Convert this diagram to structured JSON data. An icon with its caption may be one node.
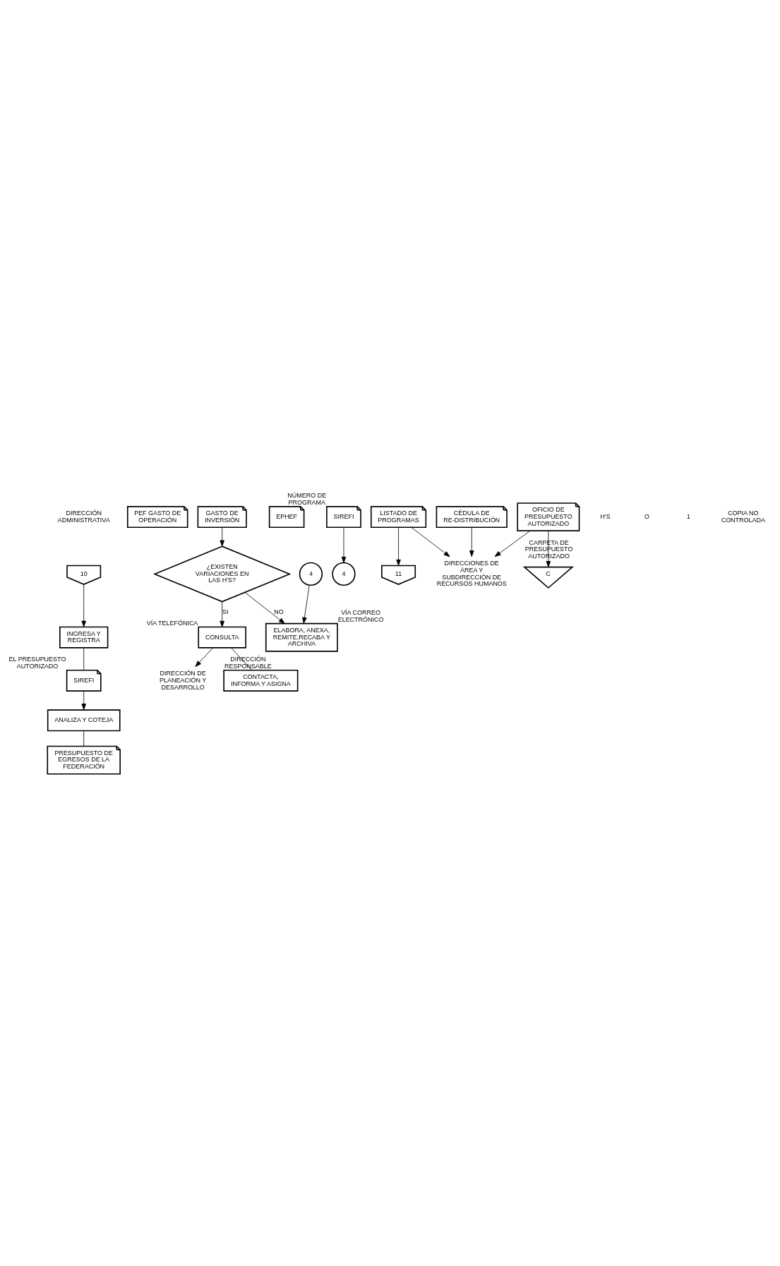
{
  "diagram": {
    "nodes": [
      {
        "text": [
          "10"
        ]
      },
      {
        "text": [
          "INGRESA Y REGISTRA"
        ]
      },
      {
        "text": [
          "SIREFI"
        ],
        "beside": [
          "EL PRESUPUESTO AUTORIZADO"
        ]
      },
      {
        "text": [
          "ANALIZA Y COTEJA"
        ]
      },
      {
        "text": [
          "PRESUPUESTO DE EGRESOS DE LA FEDERACIÓN"
        ]
      },
      {
        "text": [
          "PEF GASTO DE OPERACIÓN"
        ]
      },
      {
        "text": [
          "GASTO DE INVERSIÓN"
        ]
      },
      {
        "text": [
          "EPHEF"
        ]
      },
      {
        "text": [
          "¿EXISTEN VARIACIONES EN LAS H'S?"
        ]
      },
      {
        "text": [
          "CONSULTA"
        ],
        "beside": [
          "VÍA TELEFÓNICA"
        ]
      },
      {
        "text": [
          "DIRECCIÓN DE PLANEACIÓN Y DESARROLLO"
        ]
      },
      {
        "text": [
          "CONTACTA, INFORMA Y ASIGNA"
        ],
        "beside": [
          "DIRECCIÓN RESPONSABLE"
        ]
      },
      {
        "text": [
          "SIREFI"
        ],
        "beside": [
          "NÚMERO DE PROGRAMA"
        ]
      },
      {
        "text": [
          "4"
        ]
      },
      {
        "text": [
          "4"
        ]
      },
      {
        "text": [
          "ELABORA, ANEXA, REMITE,RECABA Y ARCHIVA"
        ],
        "beside": [
          "VÍA CORREO ELECTRÓNICO"
        ]
      },
      {
        "text": [
          "LISTADO DE PROGRAMAS"
        ]
      },
      {
        "text": [
          "CÉDULA DE RE-DISTRIBUCIÓN"
        ]
      },
      {
        "text": [
          "OFICIO DE PRESUPUESTO AUTORIZADO"
        ]
      },
      {
        "text": [
          "DIRECCIONES DE ÁREA Y SUBDIRECCIÓN DE RECURSOS HUMANOS"
        ]
      },
      {
        "text": [
          "C"
        ],
        "beside": [
          "CARPETA DE PRESUPUESTO AUTORIZADO"
        ]
      },
      {
        "text": [
          "11"
        ]
      }
    ],
    "edges": [
      {
        "from": 0,
        "to": 1,
        "arrow": "to"
      },
      {
        "from": 1,
        "to": 2,
        "arrow": "none"
      },
      {
        "from": 2,
        "to": 3,
        "arrow": "to"
      },
      {
        "from": 3,
        "to": 4,
        "arrow": "none"
      },
      {
        "from": 6,
        "to": 8,
        "arrow": "to"
      },
      {
        "from": 8,
        "to": 9,
        "label": "SI",
        "arrow": "to"
      },
      {
        "from": 8,
        "to": 15,
        "label": "NO",
        "arrow": "to"
      },
      {
        "from": 9,
        "to": 10,
        "arrow": "to"
      },
      {
        "from": 9,
        "to": 11,
        "arrow": "none"
      },
      {
        "from": 12,
        "to": 13,
        "arrow": "to"
      },
      {
        "from": 14,
        "to": 15,
        "arrow": "to"
      },
      {
        "from": 16,
        "to": 19,
        "arrow": "to"
      },
      {
        "from": 17,
        "to": 19,
        "arrow": "to"
      },
      {
        "from": 18,
        "to": 19,
        "arrow": "to"
      },
      {
        "from": 18,
        "to": 20,
        "arrow": "to"
      },
      {
        "from": 16,
        "to": 21,
        "arrow": "to"
      }
    ],
    "labels": [
      "DIRECCIÓN ADMINISTRATIVA",
      "H'S",
      "O",
      "1",
      "COPIA NO CONTROLADA"
    ]
  }
}
